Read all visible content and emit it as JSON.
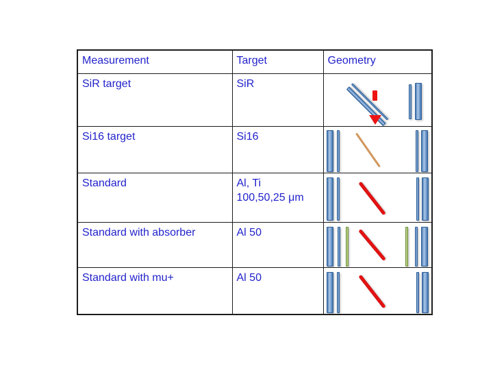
{
  "palette": {
    "background": "#FFFFFF",
    "text_blue": "#2222CC",
    "grid_line": "#1C1C1C",
    "bar_blue": "#4F81BD",
    "bar_blue_light": "#ABC8E9",
    "bar_green": "#9BBB59",
    "line_red": "#EE1414",
    "line_tan": "#DDA268"
  },
  "table": {
    "headers": [
      "Measurement",
      "Target",
      "Geometry"
    ],
    "rows": [
      {
        "measurement": "SiR target",
        "target": "SiR",
        "geometry": {
          "description": "two parallel blue target bars tilted 45 degrees with red beam arrow pointing down onto them; pair of vertical blue detector bars (thin, thick) at right",
          "center_left": [
            "blue-bar-thick-tilted",
            "blue-bar-thin-tilted",
            "red-arrow-down"
          ],
          "right": [
            "blue-bar-thin",
            "blue-bar-thick"
          ]
        }
      },
      {
        "measurement": "Si16 target",
        "target": "Si16",
        "geometry": {
          "description": "vertical blue bars (thick, thin) at left, tan diagonal beam line in middle, vertical blue bars (thin, thick) at right",
          "left": [
            "blue-bar-thick",
            "blue-bar-thin"
          ],
          "center": "tan-diagonal-beam-line",
          "right": [
            "blue-bar-thin",
            "blue-bar-thick"
          ]
        }
      },
      {
        "measurement": "Standard",
        "target": "Al, Ti\n100,50,25 μm",
        "geometry": {
          "description": "vertical blue bars (thick, thin) at left, red diagonal beam line in middle, vertical blue bars (thin, thick) at right",
          "left": [
            "blue-bar-thick",
            "blue-bar-thin"
          ],
          "center": "red-diagonal-beam-line",
          "right": [
            "blue-bar-thin",
            "blue-bar-thick"
          ]
        }
      },
      {
        "measurement": "Standard with absorber",
        "target": "Al 50",
        "geometry": {
          "description": "vertical bars blue-thick, blue-thin, green-thin at left, red diagonal beam line in middle, mirrored green-thin, blue-thin, blue-thick bars at right",
          "left": [
            "blue-bar-thick",
            "blue-bar-thin",
            "green-bar-thin"
          ],
          "center": "red-diagonal-beam-line",
          "right": [
            "green-bar-thin",
            "blue-bar-thin",
            "blue-bar-thick"
          ]
        }
      },
      {
        "measurement": "Standard with mu+",
        "target": "Al 50",
        "geometry": {
          "description": "vertical blue bars (thick, thin) at left, red diagonal beam line in middle, vertical blue bars (thin, thick) at right",
          "left": [
            "blue-bar-thick",
            "blue-bar-thin"
          ],
          "center": "red-diagonal-beam-line",
          "right": [
            "blue-bar-thin",
            "blue-bar-thick"
          ]
        }
      }
    ]
  }
}
